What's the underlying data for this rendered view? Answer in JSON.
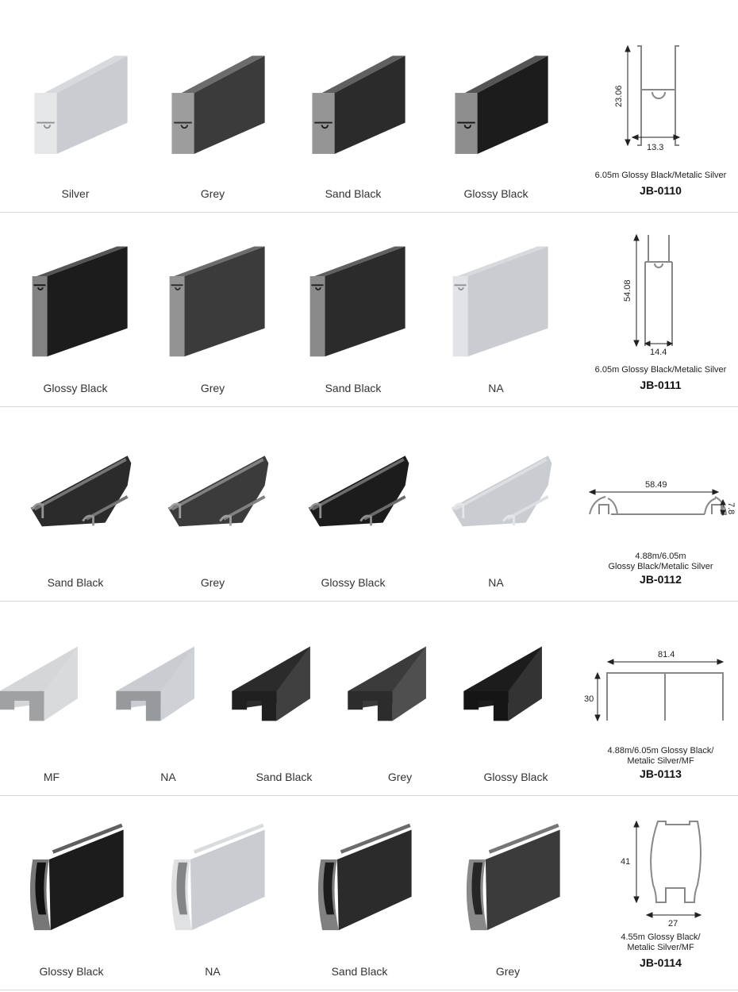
{
  "finish_colors": {
    "Silver": "#c9cdd1",
    "NA": "#c9cdd1",
    "MF": "#d4d6d8",
    "Grey": "#3b3b3b",
    "Sand Black": "#2b2b2b",
    "Glossy Black": "#1c1c1c"
  },
  "rows": [
    {
      "code": "JB-0110",
      "spec_lines": [
        "6.05m  Glossy Black/Metalic Silver"
      ],
      "dims": {
        "height": "23.06",
        "width": "13.3"
      },
      "products": [
        {
          "label": "Silver"
        },
        {
          "label": "Grey"
        },
        {
          "label": "Sand Black"
        },
        {
          "label": "Glossy Black"
        }
      ]
    },
    {
      "code": "JB-0111",
      "spec_lines": [
        "6.05m  Glossy Black/Metalic Silver"
      ],
      "dims": {
        "height": "54.08",
        "width": "14.4"
      },
      "products": [
        {
          "label": "Glossy Black"
        },
        {
          "label": "Grey"
        },
        {
          "label": "Sand Black"
        },
        {
          "label": "NA"
        }
      ]
    },
    {
      "code": "JB-0112",
      "spec_lines": [
        "4.88m/6.05m",
        "Glossy Black/Metalic Silver"
      ],
      "dims": {
        "width": "58.49",
        "height": "7.8"
      },
      "products": [
        {
          "label": "Sand Black"
        },
        {
          "label": "Grey"
        },
        {
          "label": "Glossy Black"
        },
        {
          "label": "NA"
        }
      ]
    },
    {
      "code": "JB-0113",
      "spec_lines": [
        "4.88m/6.05m  Glossy Black/",
        "Metalic Silver/MF"
      ],
      "dims": {
        "width": "81.4",
        "height": "30"
      },
      "products": [
        {
          "label": "MF"
        },
        {
          "label": "NA"
        },
        {
          "label": "Sand Black"
        },
        {
          "label": "Grey"
        },
        {
          "label": "Glossy Black"
        }
      ]
    },
    {
      "code": "JB-0114",
      "spec_lines": [
        "4.55m  Glossy Black/",
        "Metalic Silver/MF"
      ],
      "dims": {
        "height": "41",
        "width": "27"
      },
      "products": [
        {
          "label": "Glossy Black"
        },
        {
          "label": "NA"
        },
        {
          "label": "Sand Black"
        },
        {
          "label": "Grey"
        }
      ]
    }
  ]
}
